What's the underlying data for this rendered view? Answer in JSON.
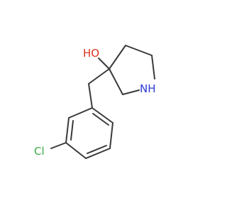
{
  "molecule": {
    "atoms": {
      "hydroxyl": {
        "text": "HO",
        "color": "#e0301e"
      },
      "amine": {
        "text": "NH",
        "color": "#2b3ad6"
      },
      "chlorine": {
        "text": "Cl",
        "color": "#3aa845"
      }
    },
    "bond_color": "#3a3a3a"
  }
}
